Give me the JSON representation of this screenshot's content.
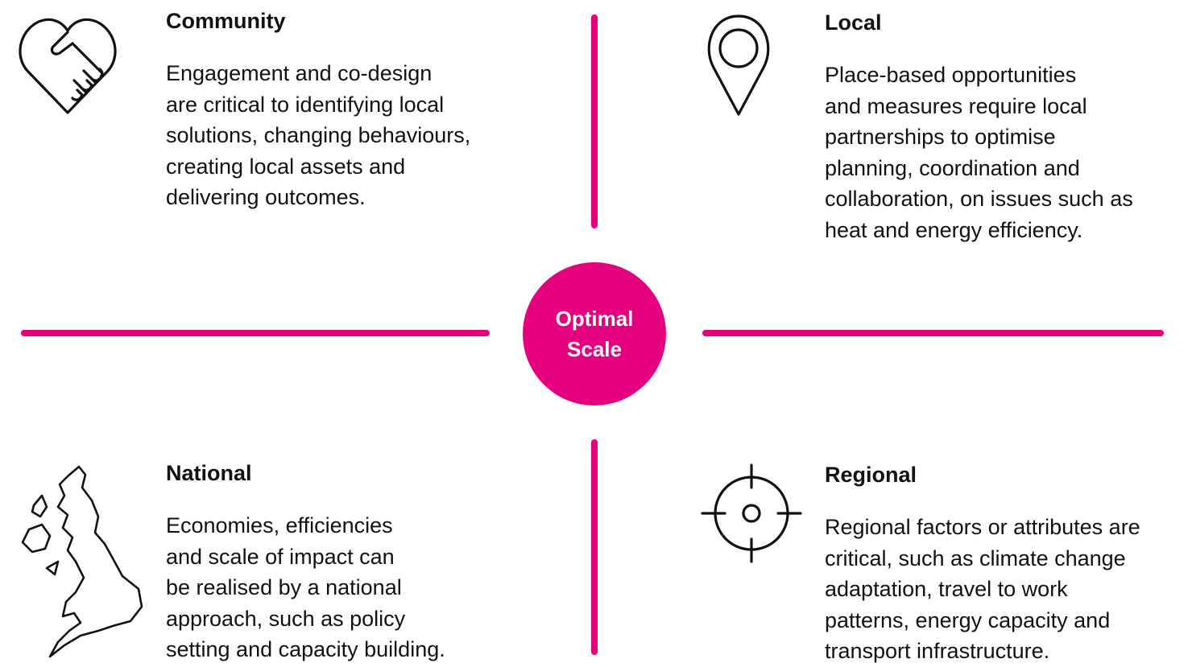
{
  "colors": {
    "accent": "#E5007E",
    "text": "#111111",
    "icon_stroke": "#111111"
  },
  "center": {
    "line1": "Optimal",
    "line2": "Scale"
  },
  "quadrants": [
    {
      "id": "community",
      "title": "Community",
      "icon": "handshake-heart-icon",
      "lines": [
        "Engagement and co-design",
        "are critical to identifying local",
        "solutions, changing behaviours,",
        "creating local assets and",
        "delivering outcomes."
      ]
    },
    {
      "id": "local",
      "title": "Local",
      "icon": "map-pin-icon",
      "lines": [
        "Place-based opportunities",
        "and measures require local",
        "partnerships to optimise",
        "planning, coordination and",
        "collaboration, on issues such as",
        "heat and energy efficiency."
      ]
    },
    {
      "id": "national",
      "title": "National",
      "icon": "uk-map-icon",
      "lines": [
        "Economies, efficiencies",
        "and scale of impact can",
        "be realised by a national",
        "approach, such as policy",
        "setting and capacity building."
      ]
    },
    {
      "id": "regional",
      "title": "Regional",
      "icon": "crosshair-target-icon",
      "lines": [
        "Regional factors or attributes are",
        "critical, such as climate change",
        "adaptation, travel to work",
        "patterns, energy capacity and",
        "transport infrastructure."
      ]
    }
  ]
}
